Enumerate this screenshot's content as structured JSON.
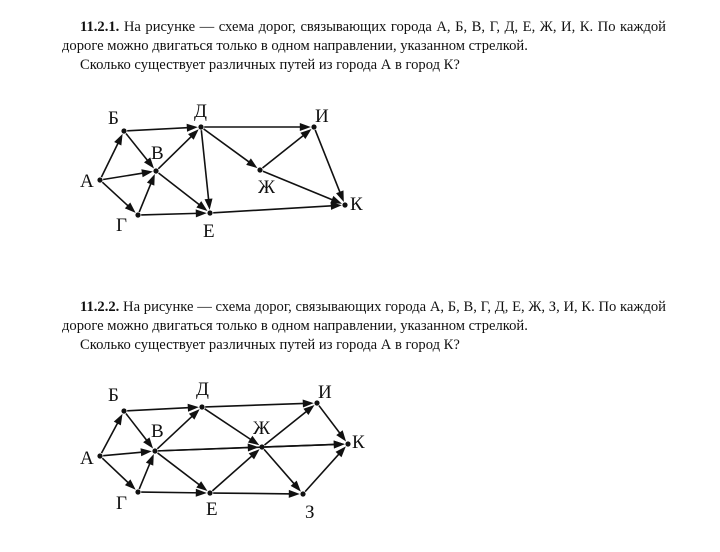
{
  "problems": [
    {
      "number": "11.2.1.",
      "text": "На рисунке — схема дорог, связывающих города А, Б, В, Г, Д, Е, Ж, И, К. По каждой дороге можно двигаться только в одном направлении, указанном стрелкой.",
      "question": "Сколько существует различных путей из города А в город К?",
      "graph": {
        "nodes": [
          {
            "id": "A",
            "label": "А"
          },
          {
            "id": "B",
            "label": "Б"
          },
          {
            "id": "V",
            "label": "В"
          },
          {
            "id": "G",
            "label": "Г"
          },
          {
            "id": "D",
            "label": "Д"
          },
          {
            "id": "E",
            "label": "Е"
          },
          {
            "id": "Zh",
            "label": "Ж"
          },
          {
            "id": "I",
            "label": "И"
          },
          {
            "id": "K",
            "label": "К"
          }
        ],
        "edges": [
          [
            "A",
            "B"
          ],
          [
            "A",
            "V"
          ],
          [
            "A",
            "G"
          ],
          [
            "G",
            "V"
          ],
          [
            "B",
            "V"
          ],
          [
            "B",
            "D"
          ],
          [
            "V",
            "D"
          ],
          [
            "V",
            "E"
          ],
          [
            "G",
            "E"
          ],
          [
            "D",
            "E"
          ],
          [
            "D",
            "I"
          ],
          [
            "D",
            "Zh"
          ],
          [
            "Zh",
            "I"
          ],
          [
            "Zh",
            "K"
          ],
          [
            "I",
            "K"
          ],
          [
            "E",
            "K"
          ]
        ]
      }
    },
    {
      "number": "11.2.2.",
      "text": "На рисунке — схема дорог, связывающих города А, Б, В, Г, Д, Е, Ж, З, И, К. По каждой дороге можно двигаться только в одном направлении, указанном стрелкой.",
      "question": "Сколько существует различных путей из города А в город К?",
      "graph": {
        "nodes": [
          {
            "id": "A",
            "label": "А"
          },
          {
            "id": "B",
            "label": "Б"
          },
          {
            "id": "V",
            "label": "В"
          },
          {
            "id": "G",
            "label": "Г"
          },
          {
            "id": "D",
            "label": "Д"
          },
          {
            "id": "E",
            "label": "Е"
          },
          {
            "id": "Zh",
            "label": "Ж"
          },
          {
            "id": "Z",
            "label": "З"
          },
          {
            "id": "I",
            "label": "И"
          },
          {
            "id": "K",
            "label": "К"
          }
        ],
        "edges": [
          [
            "A",
            "B"
          ],
          [
            "A",
            "V"
          ],
          [
            "A",
            "G"
          ],
          [
            "B",
            "V"
          ],
          [
            "G",
            "V"
          ],
          [
            "B",
            "D"
          ],
          [
            "V",
            "D"
          ],
          [
            "D",
            "I"
          ],
          [
            "D",
            "Zh"
          ],
          [
            "V",
            "Zh"
          ],
          [
            "G",
            "E"
          ],
          [
            "V",
            "E"
          ],
          [
            "E",
            "Zh"
          ],
          [
            "Zh",
            "I"
          ],
          [
            "Zh",
            "K"
          ],
          [
            "I",
            "K"
          ],
          [
            "Zh",
            "Z"
          ],
          [
            "E",
            "Z"
          ],
          [
            "Z",
            "K"
          ],
          [
            "V",
            "K"
          ]
        ]
      }
    }
  ]
}
